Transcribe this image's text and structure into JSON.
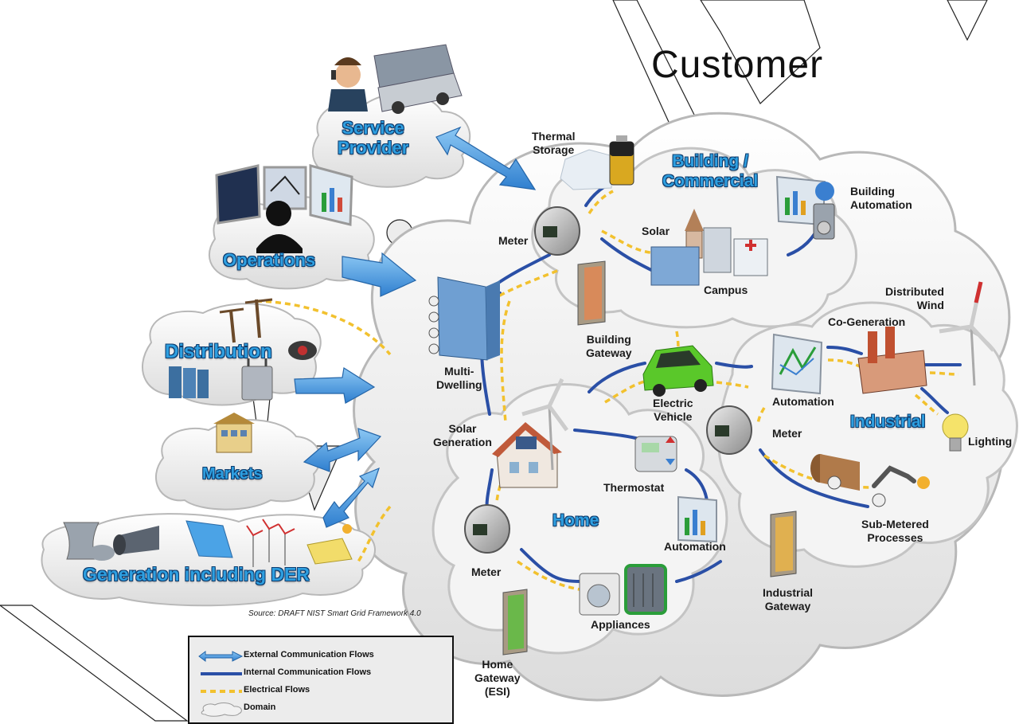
{
  "title": "Customer",
  "source": "Source:  DRAFT NIST Smart Grid Framework 4.0",
  "domains": {
    "service_provider": [
      "Service",
      "Provider"
    ],
    "operations": "Operations",
    "distribution": "Distribution",
    "markets": "Markets",
    "generation": "Generation including DER",
    "building": [
      "Building /",
      "Commercial"
    ],
    "industrial": "Industrial",
    "home": "Home"
  },
  "labels": {
    "thermal_storage": [
      "Thermal",
      "Storage"
    ],
    "building_automation": [
      "Building",
      "Automation"
    ],
    "meter_building": "Meter",
    "solar_building": "Solar",
    "campus": "Campus",
    "building_gateway": [
      "Building",
      "Gateway"
    ],
    "multi_dwelling": [
      "Multi-",
      "Dwelling"
    ],
    "distributed_wind": [
      "Distributed",
      "Wind"
    ],
    "co_generation": "Co-Generation",
    "electric_vehicle": [
      "Electric",
      "Vehicle"
    ],
    "automation_industrial": "Automation",
    "meter_industrial": "Meter",
    "lighting": "Lighting",
    "solar_generation": [
      "Solar",
      "Generation"
    ],
    "thermostat": "Thermostat",
    "sub_metered": [
      "Sub-Metered",
      "Processes"
    ],
    "automation_home": "Automation",
    "meter_home": "Meter",
    "appliances": "Appliances",
    "industrial_gateway": [
      "Industrial",
      "Gateway"
    ],
    "home_gateway": [
      "Home",
      "Gateway",
      "(ESI)"
    ]
  },
  "legend": {
    "external": "External Communication Flows",
    "internal": "Internal Communication Flows",
    "electrical": "Electrical Flows",
    "domain": "Domain"
  },
  "colors": {
    "external_flow": "#4a98dc",
    "internal_flow": "#2a4fa6",
    "electrical_flow": "#f2c12e",
    "domain_label": "#2e9fe0",
    "cloud_fill": "#f1f1f1",
    "cloud_edge": "#b8b8b8"
  },
  "icons": [
    "headset-person-icon",
    "truck-icon",
    "monitors-icon",
    "silhouette-icon",
    "power-pole-icon",
    "substation-icon",
    "transformer-icon",
    "recloser-icon",
    "market-building-icon",
    "cooling-tower-icon",
    "turbine-icon",
    "hydro-icon",
    "wind-farm-icon",
    "solar-panel-icon",
    "ice-storage-icon",
    "battery-icon",
    "meter-icon",
    "church-icon",
    "office-building-icon",
    "hospital-icon",
    "dashboard-icon",
    "door-icon",
    "multi-dwelling-icon",
    "car-icon",
    "chart-icon",
    "factory-icon",
    "wind-turbine-icon",
    "bulb-icon",
    "paper-roll-icon",
    "robot-arm-icon",
    "house-icon",
    "thermostat-icon",
    "washer-icon",
    "hvac-icon"
  ]
}
